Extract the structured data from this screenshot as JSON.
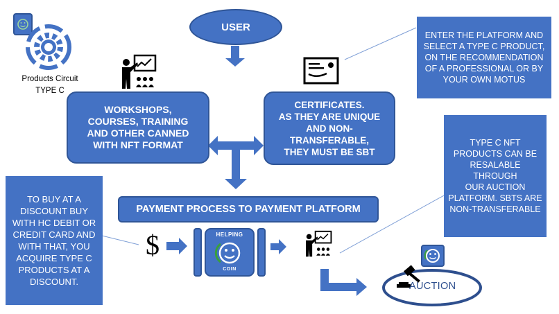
{
  "colors": {
    "primary": "#4472c4",
    "dark": "#2f5597",
    "outline": "#2e4f8e",
    "green": "#3aa03a",
    "text": "#000000"
  },
  "products_circuit": {
    "line1": "Products Circuit",
    "line2": "TYPE C",
    "icon": "gear-cycle-icon",
    "badge_icon": "smiley-icon"
  },
  "user": {
    "label": "USER"
  },
  "workshops_box": {
    "line1": "WORKSHOPS,",
    "line2": "COURSES, TRAINING",
    "line3": "AND OTHER CANNED",
    "line4": "WITH NFT FORMAT",
    "icon": "teacher-presentation-icon"
  },
  "certificates_box": {
    "line1": "CERTIFICATES.",
    "line2": "AS THEY ARE UNIQUE",
    "line3": "AND NON-",
    "line4": "TRANSFERABLE,",
    "line5": "THEY MUST BE SBT",
    "icon": "certificate-icon"
  },
  "payment_bar": {
    "label": "PAYMENT PROCESS TO PAYMENT PLATFORM"
  },
  "notes": {
    "top_right": {
      "line1": "ENTER THE PLATFORM AND",
      "line2": "SELECT A TYPE C PRODUCT,",
      "line3": "ON THE RECOMMENDATION",
      "line4": "OF A PROFESSIONAL OR BY",
      "line5": "YOUR OWN MOTUS"
    },
    "middle_right": {
      "line1": "TYPE C NFT",
      "line2": "PRODUCTS CAN BE",
      "line3": "RESALABLE THROUGH",
      "line4": "OUR AUCTION",
      "line5": "PLATFORM.  SBTS ARE",
      "line6": "NON-TRANSFERABLE"
    },
    "left": {
      "line1": "TO BUY AT A",
      "line2": "DISCOUNT BUY",
      "line3": "WITH HC DEBIT OR",
      "line4": "CREDIT CARD AND",
      "line5": "WITH THAT, YOU",
      "line6": "ACQUIRE TYPE C",
      "line7": "PRODUCTS AT A",
      "line8": "DISCOUNT."
    }
  },
  "flow": {
    "dollar": "$",
    "coin_top": "HELPING",
    "coin_bottom": "COIN",
    "teacher_icon": "teacher-presentation-icon"
  },
  "auction": {
    "label": "AUCTION",
    "icon": "gavel-icon",
    "badge_icon": "smiley-icon"
  }
}
